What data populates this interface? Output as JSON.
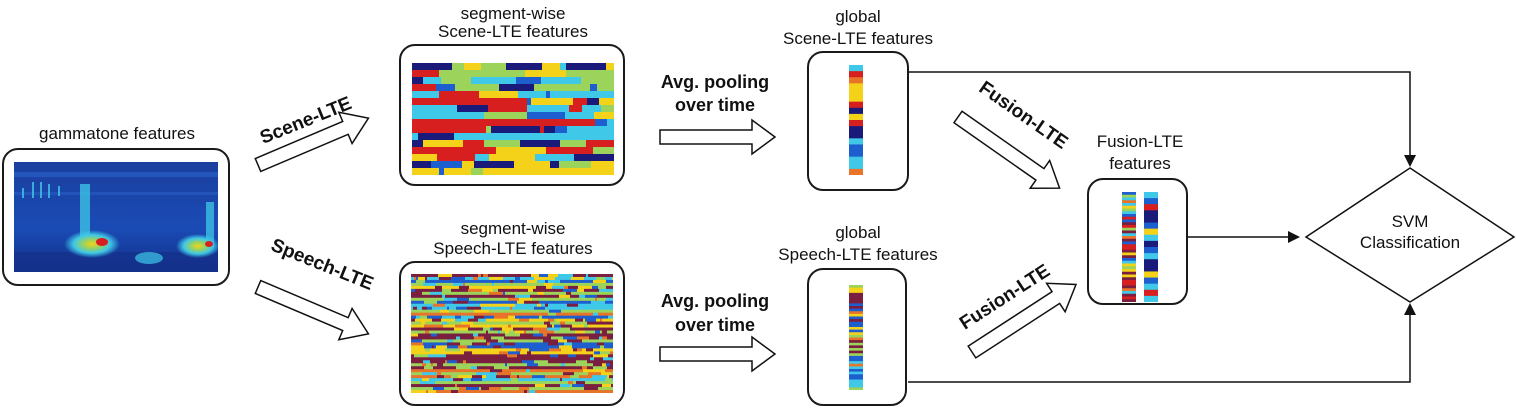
{
  "labels": {
    "gammatone": "gammatone features",
    "scene_seg_1": "segment-wise",
    "scene_seg_2": "Scene-LTE features",
    "speech_seg_1": "segment-wise",
    "speech_seg_2": "Speech-LTE features",
    "scene_glob_1": "global",
    "scene_glob_2": "Scene-LTE features",
    "speech_glob_1": "global",
    "speech_glob_2": "Speech-LTE features",
    "fusion_feat_1": "Fusion-LTE",
    "fusion_feat_2": "features",
    "svm_1": "SVM",
    "svm_2": "Classification"
  },
  "arrows": {
    "scene_lte": "Scene-LTE",
    "speech_lte": "Speech-LTE",
    "pool_top_1": "Avg. pooling",
    "pool_top_2": "over time",
    "pool_bot_1": "Avg. pooling",
    "pool_bot_2": "over time",
    "fusion_top": "Fusion-LTE",
    "fusion_bot": "Fusion-LTE"
  },
  "colors": {
    "jet_dark": "#1a1a7a",
    "jet_blue": "#1e5fd0",
    "jet_cyan": "#3fc8e8",
    "jet_green": "#9cd35a",
    "jet_yellow": "#f5d21a",
    "jet_red": "#d81f1f",
    "maroon": "#7a1f3f",
    "orange": "#e8742a"
  }
}
